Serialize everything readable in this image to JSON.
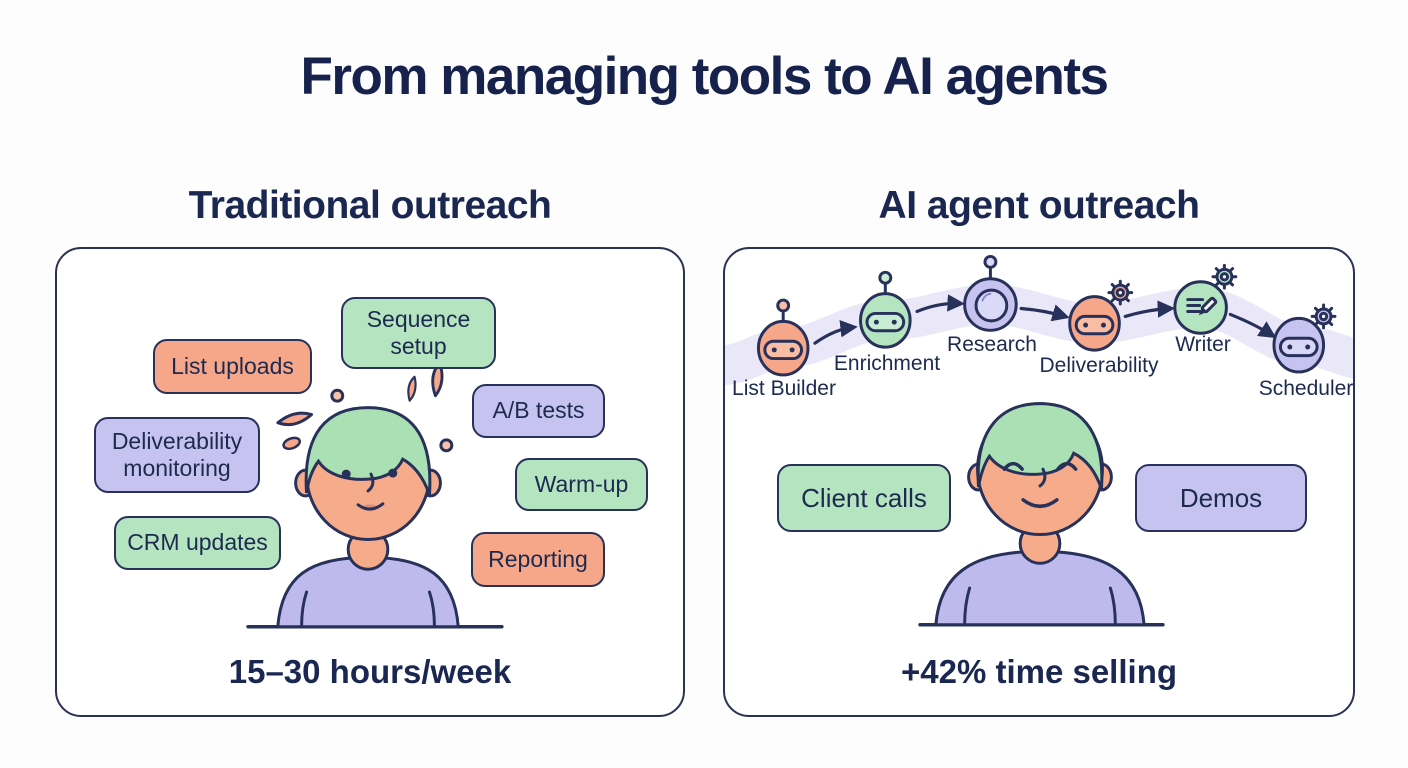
{
  "title": "From managing tools to AI agents",
  "left_panel": {
    "heading": "Traditional outreach",
    "tasks": [
      {
        "label": "Sequence setup",
        "color": "green"
      },
      {
        "label": "List uploads",
        "color": "orange"
      },
      {
        "label": "A/B tests",
        "color": "purple"
      },
      {
        "label": "Deliverability monitoring",
        "color": "purple"
      },
      {
        "label": "Warm-up",
        "color": "green"
      },
      {
        "label": "CRM updates",
        "color": "green"
      },
      {
        "label": "Reporting",
        "color": "orange"
      }
    ],
    "stat": "15–30 hours/week"
  },
  "right_panel": {
    "heading": "AI agent outreach",
    "agents": [
      {
        "label": "List Builder",
        "color": "orange",
        "icon": "robot-icon"
      },
      {
        "label": "Enrichment",
        "color": "green",
        "icon": "robot-icon"
      },
      {
        "label": "Research",
        "color": "purple",
        "icon": "lens-icon"
      },
      {
        "label": "Deliverability",
        "color": "orange",
        "icon": "robot-gear-icon"
      },
      {
        "label": "Writer",
        "color": "green",
        "icon": "document-pencil-gear-icon"
      },
      {
        "label": "Scheduler",
        "color": "purple",
        "icon": "robot-gear-icon"
      }
    ],
    "activities": [
      {
        "label": "Client calls",
        "color": "green"
      },
      {
        "label": "Demos",
        "color": "purple"
      }
    ],
    "stat": "+42% time selling"
  },
  "palette": {
    "navy": "#1b274d",
    "outline": "#27315a",
    "green": "#b5e4c0",
    "orange": "#f6a689",
    "purple": "#c6c3f0",
    "ribbon": "#e9e7f8",
    "skin": "#f6ab8b",
    "hair": "#abe0b4",
    "shirt": "#bfbaee"
  }
}
